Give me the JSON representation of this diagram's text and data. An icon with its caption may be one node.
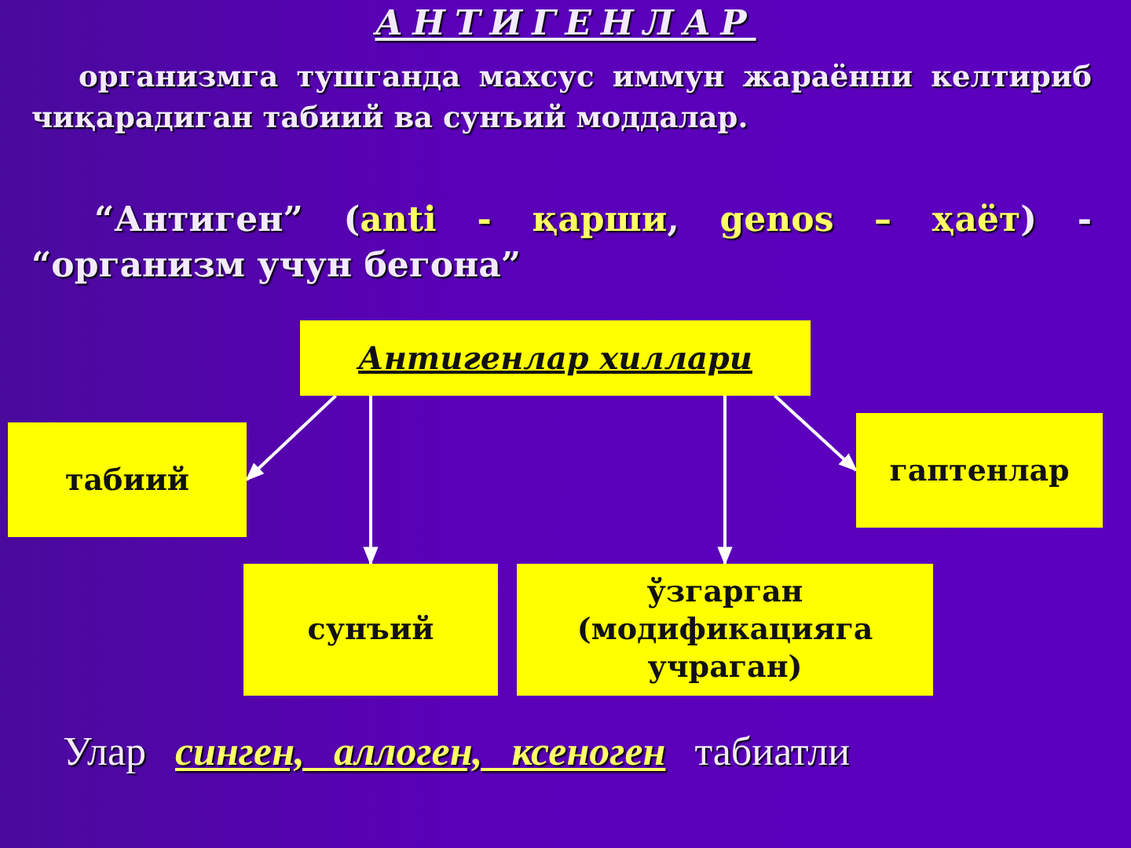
{
  "diagram": {
    "title": "АНТИГЕНЛАР",
    "nodes": [
      {
        "text": [
          "Антигенлар хиллари"
        ]
      },
      {
        "text": [
          "табиий"
        ]
      },
      {
        "text": [
          "гаптенлар"
        ]
      },
      {
        "text": [
          "сунъий"
        ]
      },
      {
        "text": [
          "ўзгарган (модификацияга учраган)"
        ]
      }
    ],
    "edges": [
      {
        "from": 0,
        "to": 1,
        "arrow": "to"
      },
      {
        "from": 0,
        "to": 3,
        "arrow": "to"
      },
      {
        "from": 0,
        "to": 4,
        "arrow": "to"
      },
      {
        "from": 0,
        "to": 2,
        "arrow": "to"
      }
    ],
    "labels": [
      "организмга тушганда махсус иммун жараённи келтириб чиқарадиган табиий ва сунъий моддалар.",
      "“Антиген” (*anti - қарши*, *genos – ҳаёт*) - “организм учун бегона”",
      "Улар *синген, аллоген, ксеноген* табиатли"
    ]
  }
}
